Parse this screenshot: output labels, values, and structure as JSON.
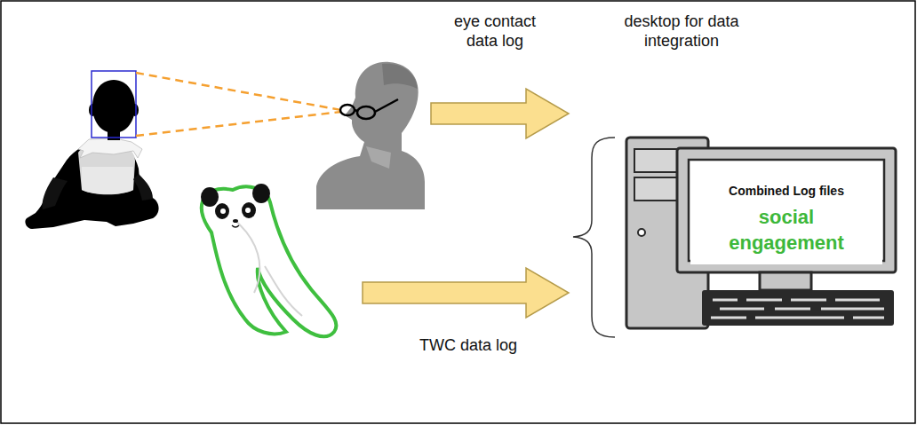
{
  "diagram": {
    "nodes": [
      {
        "text": [
          "Combined Log files",
          "social engagement"
        ]
      }
    ],
    "labels": [
      "eye contact data log",
      "desktop for data integration",
      "TWC data log"
    ]
  }
}
